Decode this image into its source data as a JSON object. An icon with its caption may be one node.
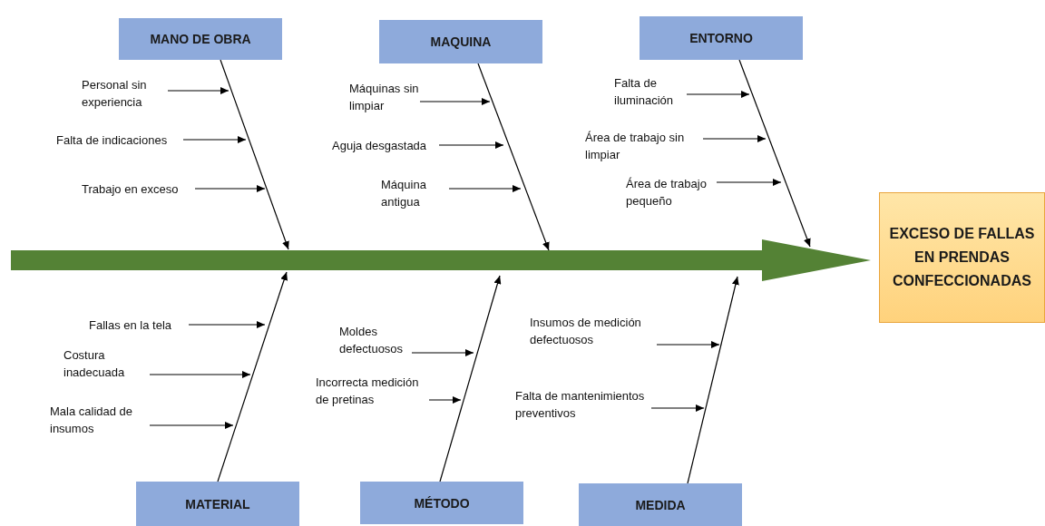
{
  "diagram": {
    "nodes": [
      {
        "text": [
          "MANO DE OBRA"
        ]
      },
      {
        "text": [
          "Personal sin experiencia"
        ]
      },
      {
        "text": [
          "Falta de indicaciones"
        ]
      },
      {
        "text": [
          "Trabajo en exceso"
        ]
      },
      {
        "text": [
          "MAQUINA"
        ]
      },
      {
        "text": [
          "Máquinas sin limpiar"
        ]
      },
      {
        "text": [
          "Aguja desgastada"
        ]
      },
      {
        "text": [
          "Máquina antigua"
        ]
      },
      {
        "text": [
          "ENTORNO"
        ]
      },
      {
        "text": [
          "Falta de iluminación"
        ]
      },
      {
        "text": [
          "Área de trabajo sin limpiar"
        ]
      },
      {
        "text": [
          "Área de trabajo pequeño"
        ]
      },
      {
        "text": [
          "EXCESO DE FALLAS EN PRENDAS CONFECCIONADAS"
        ]
      },
      {
        "text": [
          "MATERIAL"
        ]
      },
      {
        "text": [
          "Fallas en la tela"
        ]
      },
      {
        "text": [
          "Costura inadecuada"
        ]
      },
      {
        "text": [
          "Mala calidad de insumos"
        ]
      },
      {
        "text": [
          "MÉTODO"
        ]
      },
      {
        "text": [
          "Moldes defectuosos"
        ]
      },
      {
        "text": [
          "Incorrecta medición de pretinas"
        ]
      },
      {
        "text": [
          "MEDIDA"
        ]
      },
      {
        "text": [
          "Insumos de medición defectuosos"
        ]
      },
      {
        "text": [
          "Falta de mantenimientos preventivos"
        ]
      }
    ],
    "edges": [
      {
        "from": 0,
        "to": null,
        "arrow": "to"
      },
      {
        "from": 1,
        "to": null,
        "arrow": "to"
      },
      {
        "from": 2,
        "to": null,
        "arrow": "to"
      },
      {
        "from": 3,
        "to": null,
        "arrow": "to"
      },
      {
        "from": 4,
        "to": null,
        "arrow": "to"
      },
      {
        "from": 5,
        "to": null,
        "arrow": "to"
      },
      {
        "from": 6,
        "to": null,
        "arrow": "to"
      },
      {
        "from": 7,
        "to": null,
        "arrow": "to"
      },
      {
        "from": 8,
        "to": null,
        "arrow": "to"
      },
      {
        "from": 9,
        "to": null,
        "arrow": "to"
      },
      {
        "from": 10,
        "to": null,
        "arrow": "to"
      },
      {
        "from": 11,
        "to": null,
        "arrow": "to"
      },
      {
        "from": null,
        "to": 12,
        "arrow": "to",
        "style": "thick",
        "color": "#548235"
      },
      {
        "from": 13,
        "to": null,
        "arrow": "to"
      },
      {
        "from": 14,
        "to": null,
        "arrow": "to"
      },
      {
        "from": 15,
        "to": null,
        "arrow": "to"
      },
      {
        "from": 16,
        "to": null,
        "arrow": "to"
      },
      {
        "from": 17,
        "to": null,
        "arrow": "to"
      },
      {
        "from": 18,
        "to": null,
        "arrow": "to"
      },
      {
        "from": 19,
        "to": null,
        "arrow": "to"
      },
      {
        "from": 20,
        "to": null,
        "arrow": "to"
      },
      {
        "from": 21,
        "to": null,
        "arrow": "to"
      },
      {
        "from": 22,
        "to": null,
        "arrow": "to"
      }
    ]
  }
}
